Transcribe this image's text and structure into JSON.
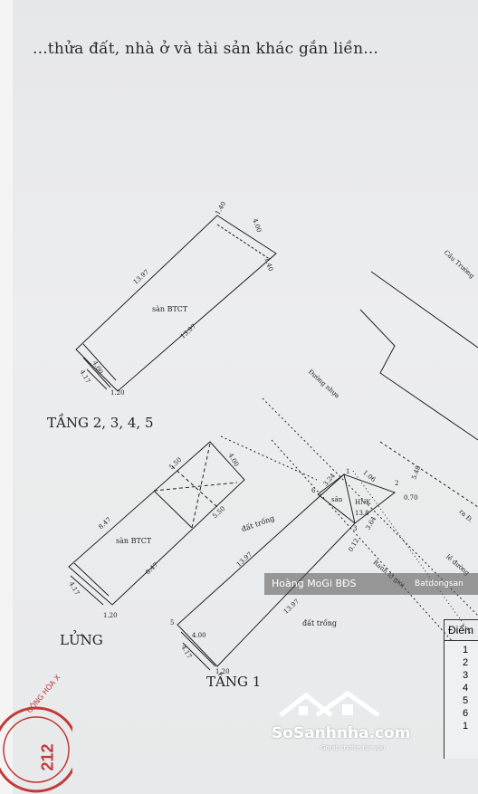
{
  "document": {
    "header_text": "...thửa đất, nhà ở và tài sản khác gắn liền...",
    "floors": {
      "upper": {
        "title": "TẦNG 2, 3, 4, 5",
        "slab": "sàn BTCT",
        "dims": [
          "1.40",
          "4.00",
          "1.40",
          "13.97",
          "13.97",
          "4.00",
          "4.17",
          "1.20"
        ]
      },
      "mezzanine": {
        "title": "LỬNG",
        "slab": "sàn BTCT",
        "dims": [
          "4.00",
          "5.50",
          "5.50",
          "8.47",
          "8.47",
          "4.17",
          "1.20"
        ]
      },
      "ground": {
        "title": "TẦNG 1",
        "labels": {
          "yard": "sân",
          "empty_lot_1": "đất trống",
          "empty_lot_2": "đất trống",
          "hnk": "HNK",
          "hnk_area": "13.8",
          "boundary": "Ranh lộ giới",
          "road_edge": "lề đường"
        },
        "dims": [
          "3.24",
          "1.06",
          "0.70",
          "3.64",
          "0.12",
          "13.97",
          "13.97",
          "4.00",
          "4.17",
          "1.20",
          "5.48"
        ],
        "points": [
          "1",
          "2",
          "3",
          "5",
          "6"
        ]
      }
    },
    "map_labels": {
      "road": "Đường nhựa",
      "bridge": "Cầu Trường",
      "street": "ra Đ."
    },
    "points_table": {
      "header": "Điểm",
      "rows": [
        "1",
        "2",
        "3",
        "4",
        "5",
        "6",
        "1"
      ]
    }
  },
  "watermark": {
    "name": "Hoàng MoGi BĐS",
    "site": "Batdongsan"
  },
  "logo": {
    "brand": "SoSanhnha.com",
    "tagline": "Great choice for you"
  },
  "stamp": {
    "text": "CỘNG HÒA X",
    "number": "212"
  },
  "colors": {
    "ink": "#222222",
    "stamp": "#c03a3a",
    "paper": "#e9eaeb"
  }
}
